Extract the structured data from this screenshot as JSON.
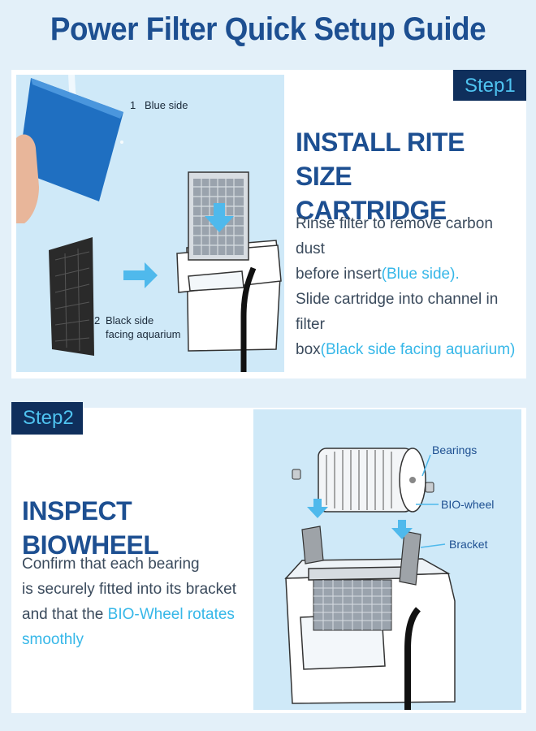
{
  "title": "Power Filter Quick Setup Guide",
  "step1": {
    "badge": "Step1",
    "heading_line1": "INSTALL RITE SIZE",
    "heading_line2": "CARTRIDGE",
    "text": {
      "line1": "Rinse filter to remove carbon dust",
      "line2_pre": "before insert",
      "line2_hl": "(Blue side).",
      "line3": "Slide cartridge into channel in filter",
      "line4_pre": "box",
      "line4_hl": "(Black side facing aquarium)"
    },
    "labels": {
      "blue_num": "1",
      "blue": "Blue side",
      "black_num": "2",
      "black_line1": "Black side",
      "black_line2": "facing aquarium"
    }
  },
  "step2": {
    "badge": "Step2",
    "heading": "INSPECT BIOWHEEL",
    "text": {
      "line1": "Confirm that each bearing",
      "line2": "is securely fitted into its bracket",
      "line3_pre": "and that the ",
      "line3_hl": "BIO-Wheel rotates",
      "line4_hl": "smoothly"
    },
    "labels": {
      "bearings": "Bearings",
      "biowheel": "BIO-wheel",
      "bracket": "Bracket"
    }
  },
  "colors": {
    "accent": "#36b7e8",
    "heading": "#1d4f91",
    "badge_bg": "#0f2f5c"
  }
}
